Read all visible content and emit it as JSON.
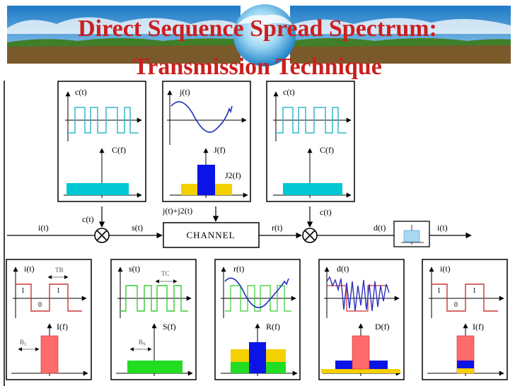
{
  "title": {
    "line1": "Direct Sequence Spread Spectrum:",
    "line2": "Transmission Technique"
  },
  "colors": {
    "title": "#cc1f1f",
    "chip": "#33b7cc",
    "chip_spectrum": "#00c8d2",
    "jam_wave": "#2030c0",
    "jam_main": "#0a14e6",
    "jam_side": "#f5d000",
    "info": "#cc3333",
    "info_spectrum": "#ff6b6b",
    "spread": "#33cc33",
    "spread_spectrum": "#22dd22",
    "noise": "#3030c0"
  },
  "top_panels": [
    {
      "time_label": "c(t)",
      "freq_label": "C(f)"
    },
    {
      "time_label": "j(t)",
      "freq_label": "J(f)",
      "freq_label2": "J2(f)"
    },
    {
      "time_label": "c(t)",
      "freq_label": "C(f)"
    }
  ],
  "flow": {
    "input": "i(t)",
    "chip_in": "c(t)",
    "tx_signal": "s(t)",
    "jammer": "j(t)+j2(t)",
    "channel": "CHANNEL",
    "rx_signal": "r(t)",
    "chip_out": "c(t)",
    "despread": "d(t)",
    "output": "i(t)"
  },
  "bottom_panels": [
    {
      "time_label": "i(t)",
      "width_label": "TB",
      "bit_labels": [
        "1",
        "0",
        "1"
      ],
      "freq_label": "I(f)",
      "band_label": "B",
      "band_sub": "1"
    },
    {
      "time_label": "s(t)",
      "width_label": "TC",
      "freq_label": "S(f)",
      "band_label": "B",
      "band_sub": "S"
    },
    {
      "time_label": "r(t)",
      "freq_label": "R(f)"
    },
    {
      "time_label": "d(t)",
      "freq_label": "D(f)"
    },
    {
      "time_label": "i(t)",
      "bit_labels": [
        "1",
        "0",
        "1"
      ],
      "freq_label": "I(f)"
    }
  ]
}
